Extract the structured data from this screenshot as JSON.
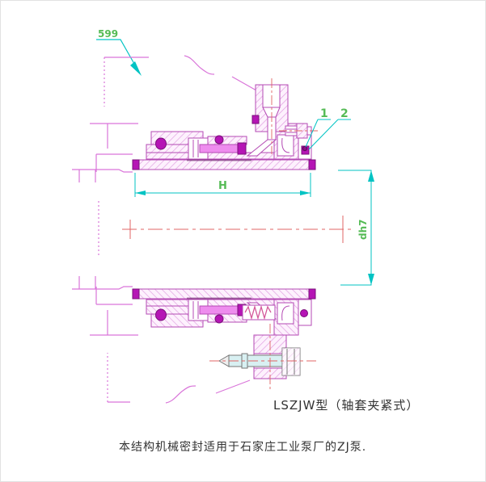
{
  "annotations": {
    "balloon": "599",
    "part_label_1": "1",
    "part_label_2": "2",
    "dim_h": "H",
    "dim_shaft": "dh7"
  },
  "titles": {
    "type_label": "LSZJW型（轴套夹紧式）",
    "caption": "本结构机械密封适用于石家庄工业泵厂的ZJ泵."
  },
  "colors": {
    "outline_magenta": "#b44ab4",
    "hatch_pink": "#e09ae0",
    "seal_solid_magenta": "#b515b5",
    "highlight_pink": "#ee8cee",
    "dimension_cyan": "#00c3c3",
    "annotation_green": "#55bb55",
    "centerline_red": "#e06464",
    "casing_pink": "#d974d9",
    "text_dark": "#333333",
    "screw_cyan": "#d8f0f2",
    "background": "#ffffff"
  }
}
